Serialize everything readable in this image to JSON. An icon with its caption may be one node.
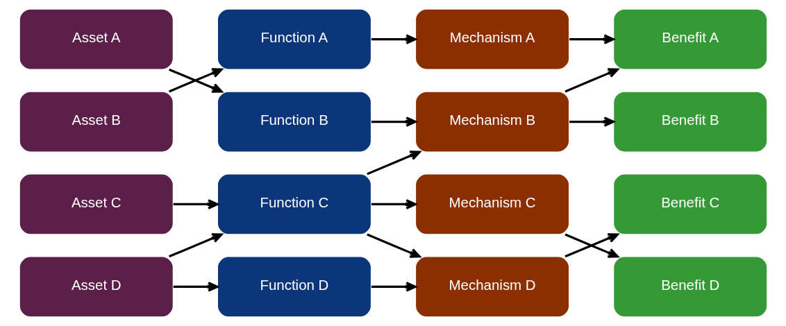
{
  "diagram": {
    "nodes": [
      {
        "text": [
          "Asset A"
        ]
      },
      {
        "text": [
          "Asset B"
        ]
      },
      {
        "text": [
          "Asset C"
        ]
      },
      {
        "text": [
          "Asset D"
        ]
      },
      {
        "text": [
          "Function A"
        ]
      },
      {
        "text": [
          "Function B"
        ]
      },
      {
        "text": [
          "Function C"
        ]
      },
      {
        "text": [
          "Function D"
        ]
      },
      {
        "text": [
          "Mechanism A"
        ]
      },
      {
        "text": [
          "Mechanism B"
        ]
      },
      {
        "text": [
          "Mechanism C"
        ]
      },
      {
        "text": [
          "Mechanism D"
        ]
      },
      {
        "text": [
          "Benefit A"
        ]
      },
      {
        "text": [
          "Benefit B"
        ]
      },
      {
        "text": [
          "Benefit C"
        ]
      },
      {
        "text": [
          "Benefit D"
        ]
      }
    ],
    "edges": [
      {
        "from": 0,
        "to": 5,
        "arrow": "to"
      },
      {
        "from": 1,
        "to": 4,
        "arrow": "to"
      },
      {
        "from": 2,
        "to": 6,
        "arrow": "to"
      },
      {
        "from": 3,
        "to": 6,
        "arrow": "to"
      },
      {
        "from": 3,
        "to": 7,
        "arrow": "to"
      },
      {
        "from": 4,
        "to": 8,
        "arrow": "to"
      },
      {
        "from": 5,
        "to": 9,
        "arrow": "to"
      },
      {
        "from": 6,
        "to": 9,
        "arrow": "to"
      },
      {
        "from": 6,
        "to": 10,
        "arrow": "to"
      },
      {
        "from": 6,
        "to": 11,
        "arrow": "to"
      },
      {
        "from": 7,
        "to": 11,
        "arrow": "to"
      },
      {
        "from": 8,
        "to": 12,
        "arrow": "to"
      },
      {
        "from": 9,
        "to": 12,
        "arrow": "to"
      },
      {
        "from": 9,
        "to": 13,
        "arrow": "to"
      },
      {
        "from": 10,
        "to": 15,
        "arrow": "to"
      },
      {
        "from": 11,
        "to": 14,
        "arrow": "to"
      }
    ]
  }
}
